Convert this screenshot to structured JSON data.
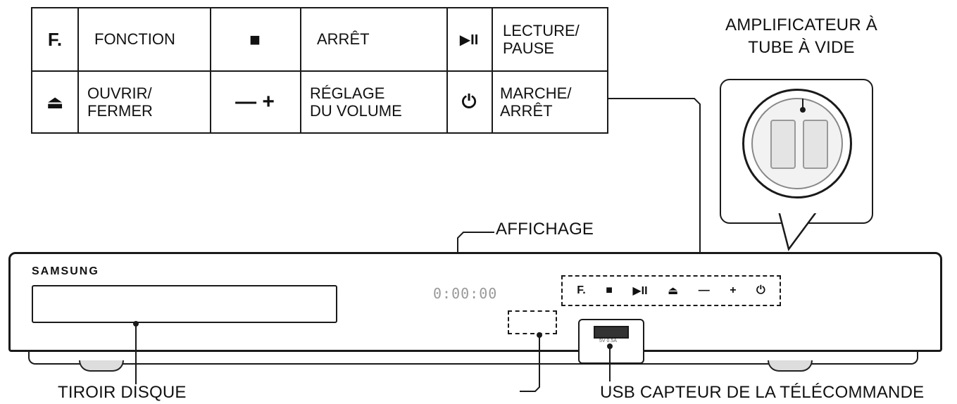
{
  "legend": {
    "row1": [
      {
        "icon": "F.",
        "label": "FONCTION"
      },
      {
        "icon": "■",
        "label": "ARRÊT"
      },
      {
        "icon": "▶II",
        "label": "LECTURE/\nPAUSE"
      }
    ],
    "row2": [
      {
        "icon": "⏏",
        "label": "OUVRIR/\nFERMER"
      },
      {
        "icon": "— +",
        "label": "RÉGLAGE\nDU VOLUME"
      },
      {
        "icon": "⏻",
        "label": "MARCHE/\nARRÊT"
      }
    ]
  },
  "device": {
    "brand": "SAMSUNG",
    "display_readout": "0:00:00",
    "controls": [
      "F.",
      "■",
      "▶II",
      "⏏",
      "—",
      "+",
      "⏻"
    ],
    "usb_port_text": "5V 0.5A"
  },
  "callouts": {
    "amplifier": "AMPLIFICATEUR À\nTUBE À VIDE",
    "display": "AFFICHAGE",
    "disc_tray": "TIROIR DISQUE",
    "usb_sensor": "USB CAPTEUR DE LA TÉLÉCOMMANDE"
  },
  "icons": {
    "function": "function-icon",
    "stop": "stop-icon",
    "play_pause": "play-pause-icon",
    "eject": "eject-icon",
    "volume": "volume-icon",
    "power": "power-icon"
  }
}
